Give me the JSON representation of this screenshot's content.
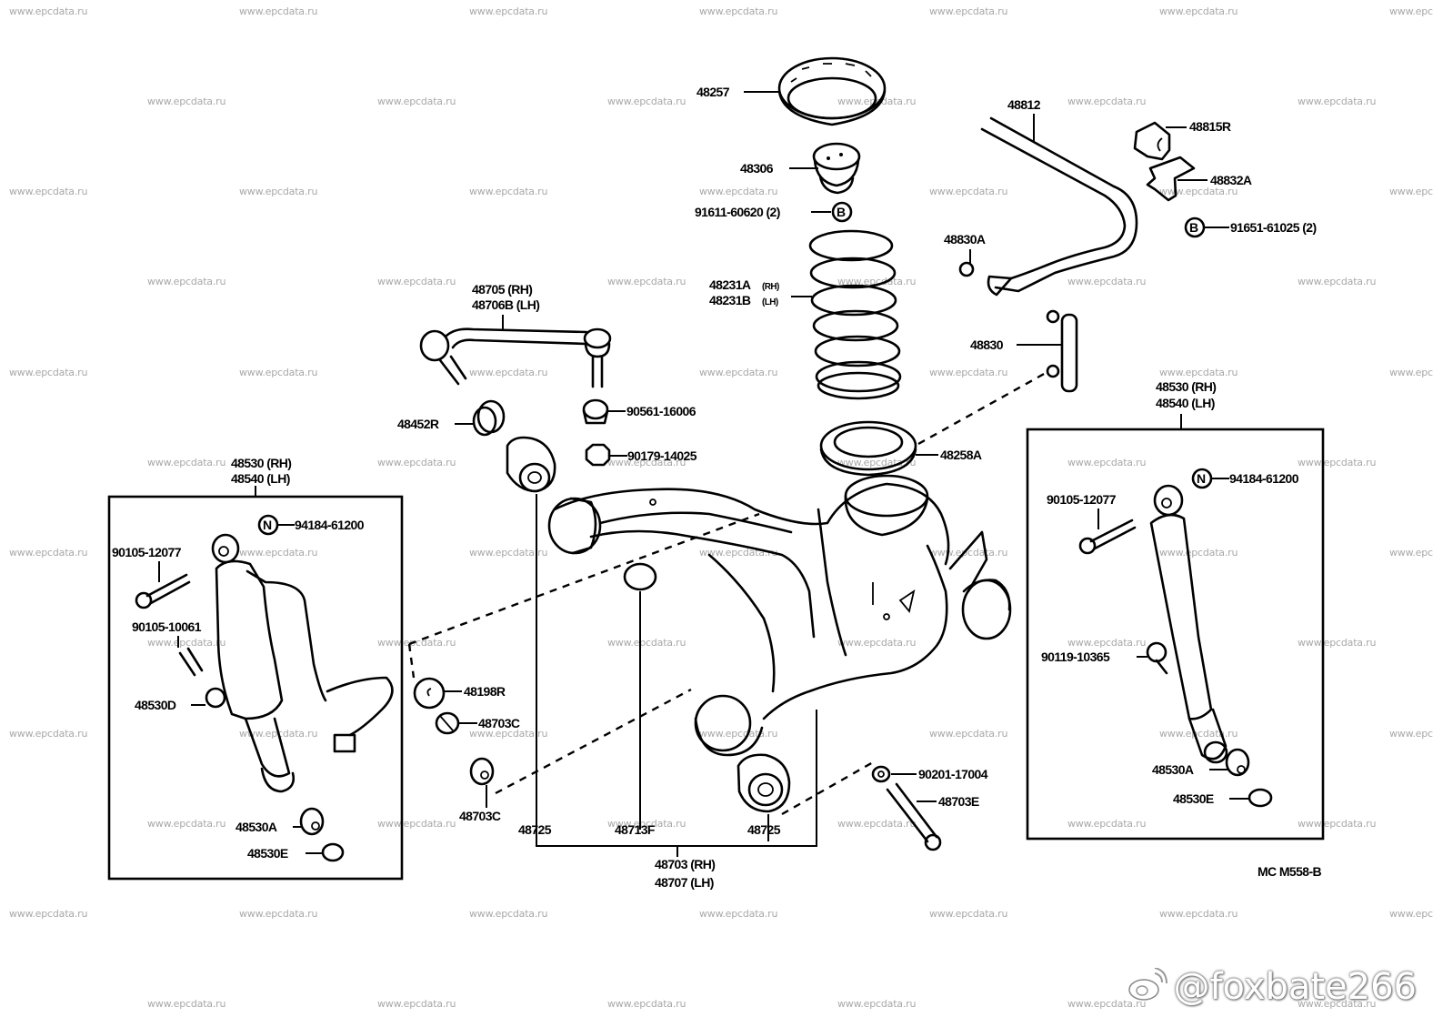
{
  "diagram": {
    "title_code": "MC M558-B",
    "watermark_text": "www.epcdata.ru",
    "social_handle": "@foxbate266",
    "social_icon": "weibo-icon",
    "callouts": {
      "p48257": "48257",
      "p48306": "48306",
      "p91611": "91611-60620 (2)",
      "p48812": "48812",
      "p48815r": "48815R",
      "p48832a": "48832A",
      "p91651": "91651-61025 (2)",
      "p48830a": "48830A",
      "p48231a": "48231A",
      "p48231a_side": "(RH)",
      "p48231b": "48231B",
      "p48231b_side": "(LH)",
      "p48830": "48830",
      "p48705": "48705  (RH)",
      "p48706b": "48706B (LH)",
      "p48452r": "48452R",
      "p90561": "90561-16006",
      "p90179": "90179-14025",
      "p48258a": "48258A",
      "left_shock_rh": "48530 (RH)",
      "left_shock_lh": "48540 (LH)",
      "left_94184": "94184-61200",
      "left_90105a": "90105-12077",
      "left_90105b": "90105-10061",
      "left_48530d": "48530D",
      "left_48530a": "48530A",
      "left_48530e": "48530E",
      "right_shock_rh": "48530 (RH)",
      "right_shock_lh": "48540 (LH)",
      "right_94184": "94184-61200",
      "right_90105": "90105-12077",
      "right_90119": "90119-10365",
      "right_48530a": "48530A",
      "right_48530e": "48530E",
      "p48198r": "48198R",
      "p48703c_a": "48703C",
      "p48703c_b": "48703C",
      "p48725_a": "48725",
      "p48713f": "48713F",
      "p48725_b": "48725",
      "p90201": "90201-17004",
      "p48703e": "48703E",
      "arm_rh": "48703 (RH)",
      "arm_lh": "48707 (LH)"
    },
    "symbols": {
      "b_circle": "B",
      "n_circle": "N"
    }
  }
}
